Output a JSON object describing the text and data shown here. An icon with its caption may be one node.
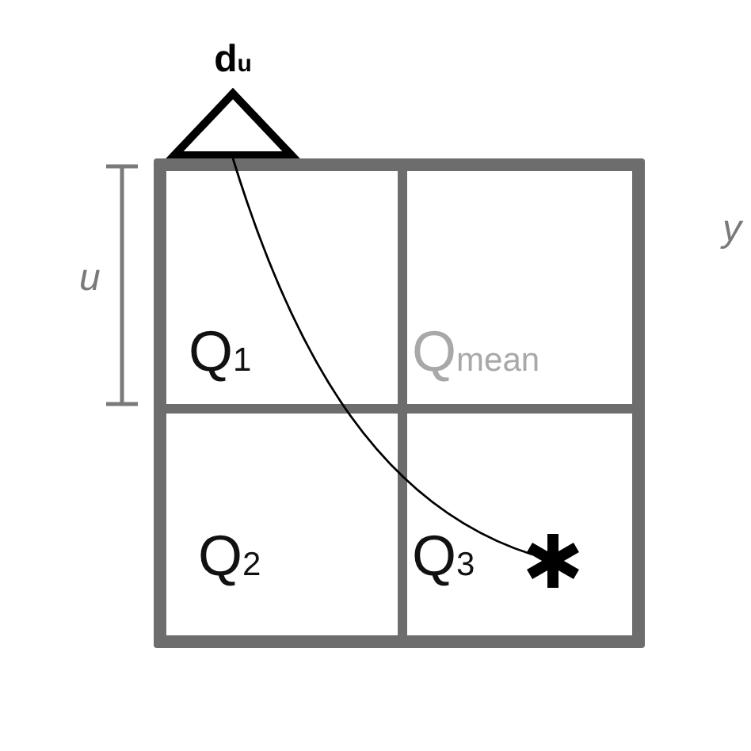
{
  "diagram": {
    "nodes": [
      {
        "text": [
          "d$_{u}$"
        ]
      },
      {
        "text": [],
        "shape": "box"
      },
      {
        "text": [],
        "shape": "star",
        "in": 1
      }
    ],
    "edges": [
      {
        "from": 0,
        "to": 2,
        "arrow": "none"
      }
    ],
    "labels": [
      "u",
      "y",
      "Q$_{1}$",
      "Q$_{mean}$",
      "Q$_{2}$",
      "Q$_{3}$"
    ]
  }
}
